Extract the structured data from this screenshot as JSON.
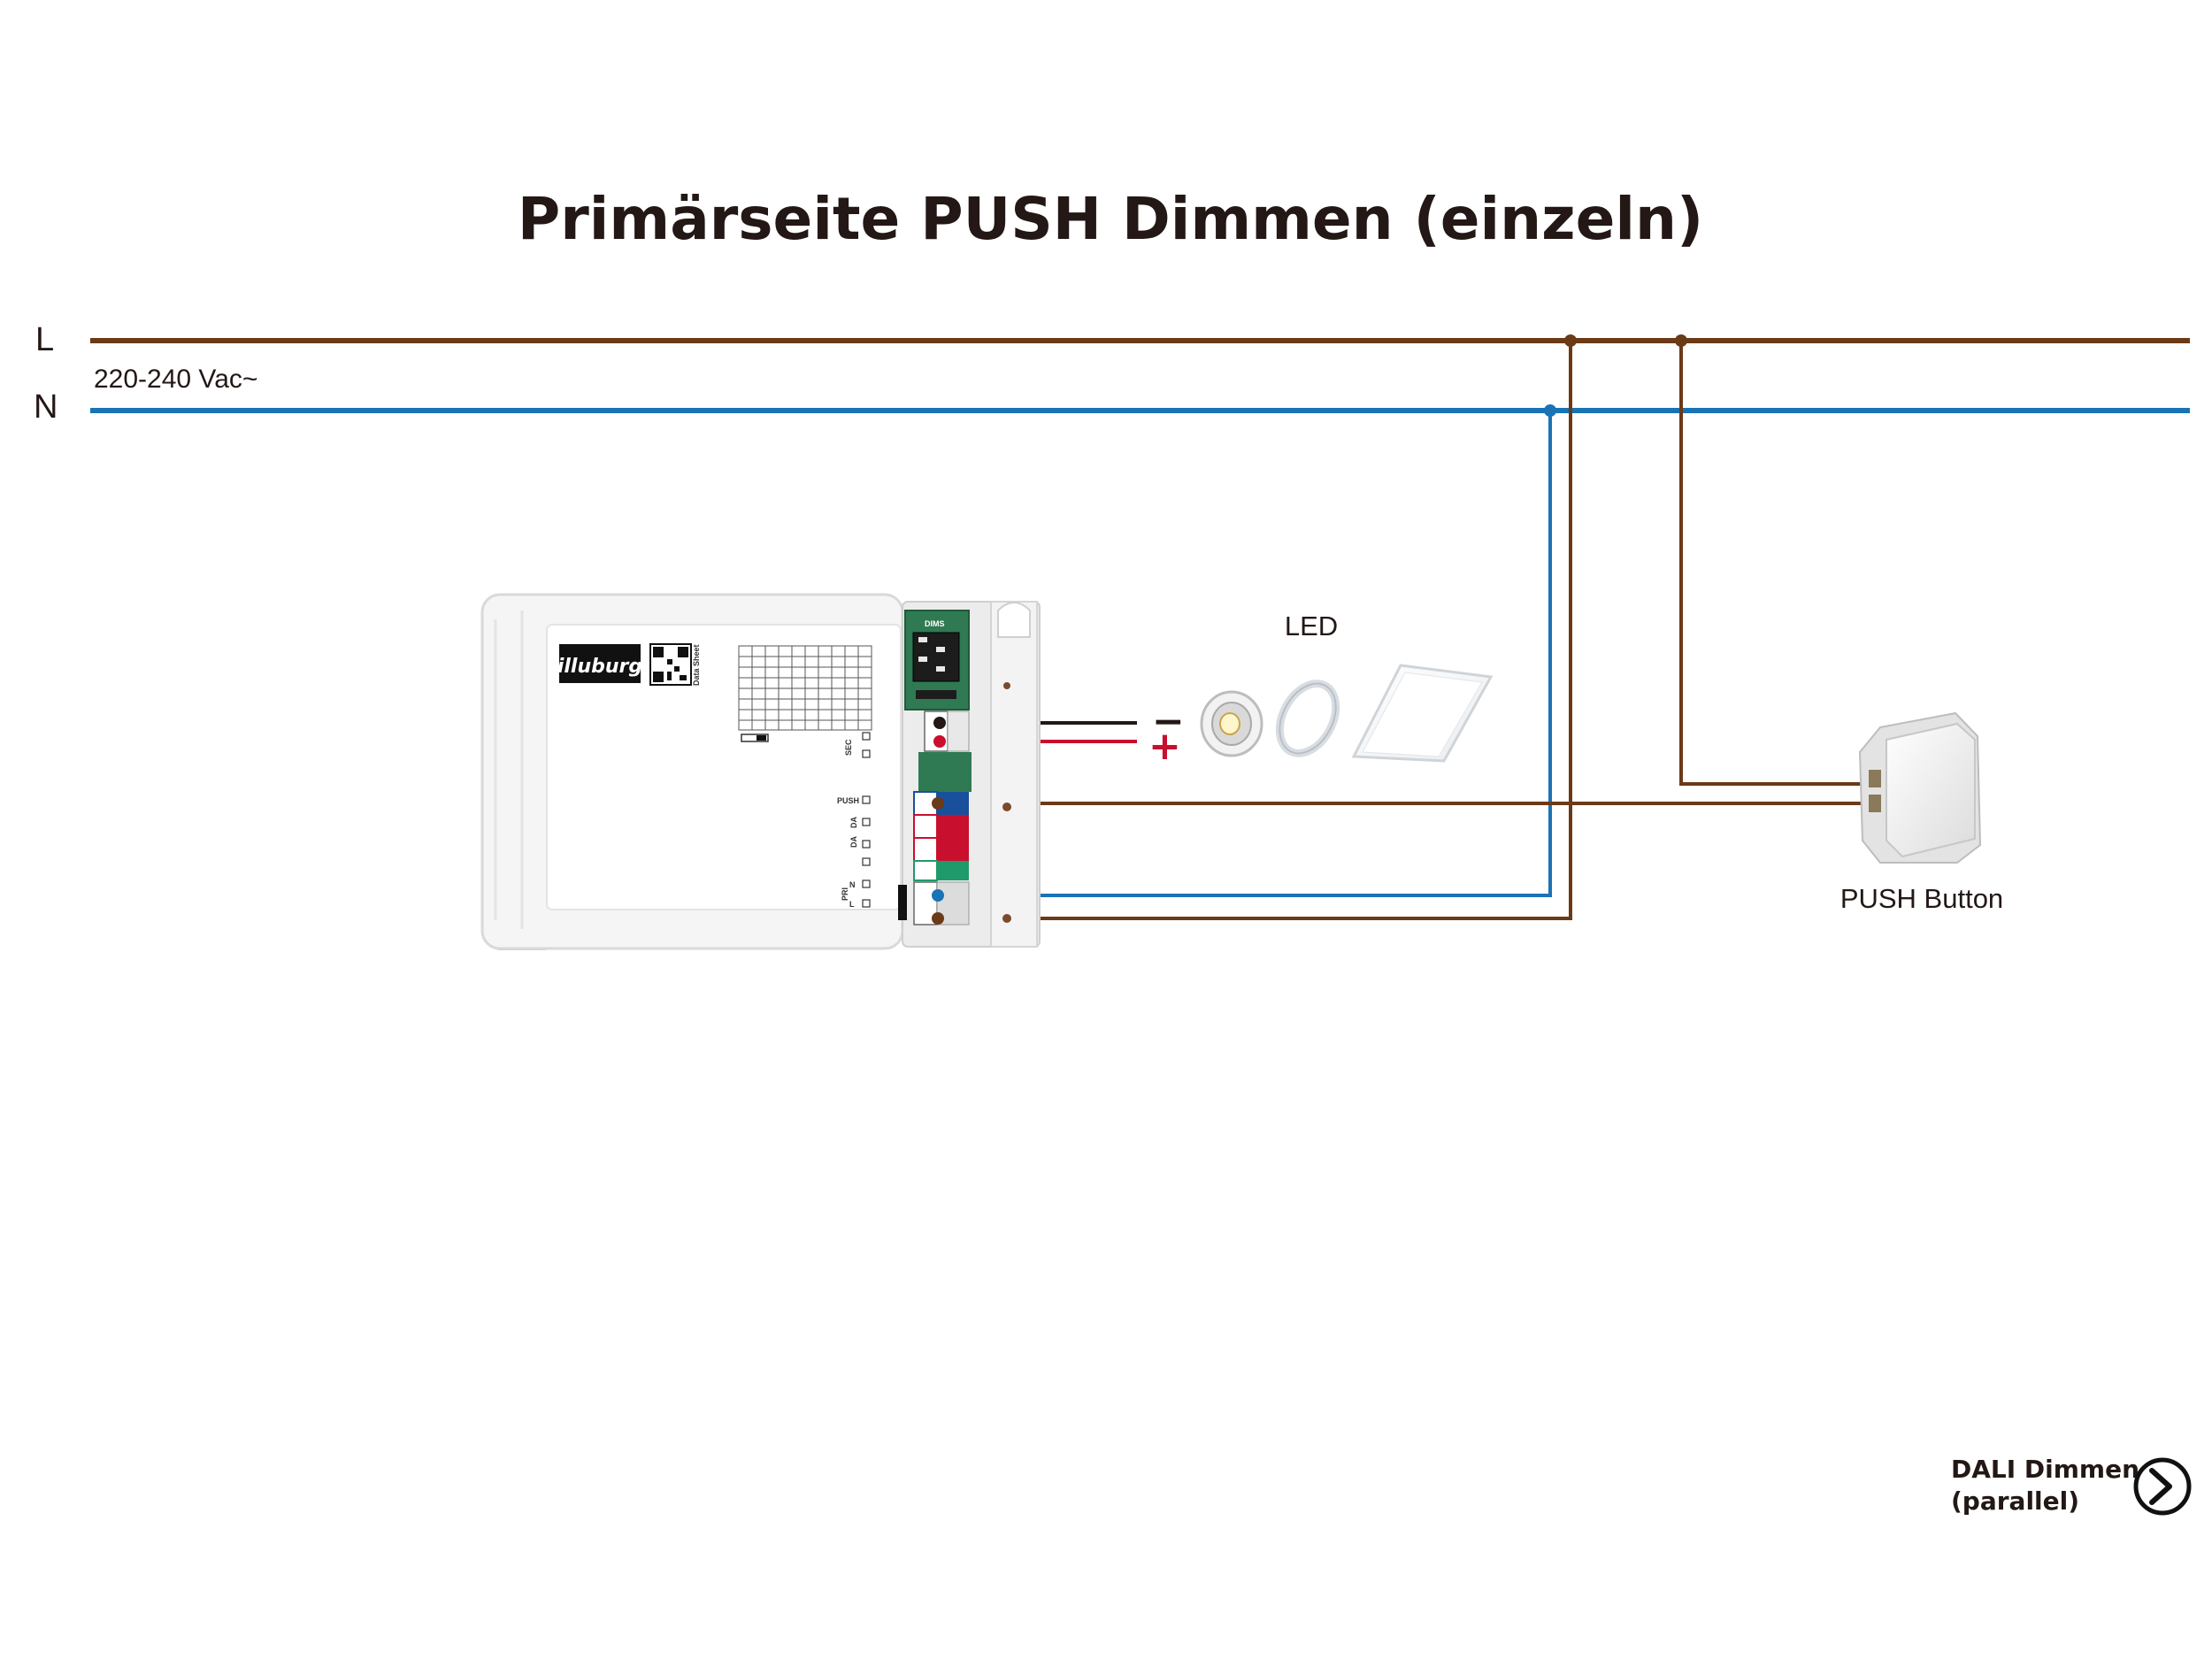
{
  "title": "Primärseite PUSH Dimmen (einzeln)",
  "mains": {
    "l_label": "L",
    "n_label": "N",
    "voltage": "220-240 Vac~",
    "l_color": "#6b3a17",
    "n_color": "#1a73b5"
  },
  "driver": {
    "brand": "illuburg",
    "terminals": {
      "sec": "SEC",
      "minus": "−",
      "plus": "+",
      "push": "PUSH",
      "da1": "DA",
      "da2": "DA",
      "pri": "PRI",
      "n": "N",
      "l": "L"
    },
    "switch_label": "DIMS",
    "data_sheet": "Data Sheet"
  },
  "led": {
    "label": "LED",
    "minus_sign": "−",
    "plus_sign": "+",
    "minus_color": "#231815",
    "plus_color": "#c8102e"
  },
  "push_button": {
    "label": "PUSH Button"
  },
  "nav": {
    "line1": "DALI Dimmen",
    "line2": "(parallel)",
    "icon": "chevron-right-circle-icon"
  }
}
